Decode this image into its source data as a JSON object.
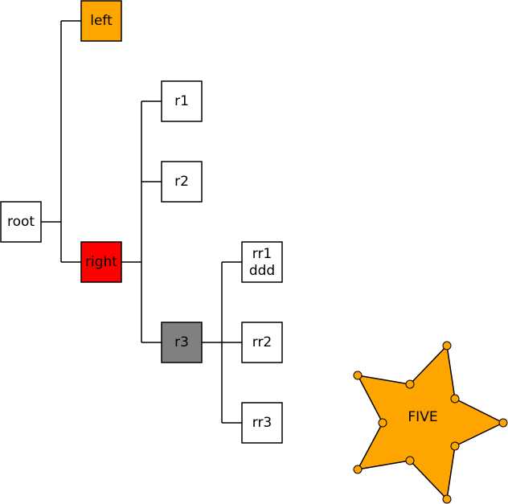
{
  "colors": {
    "background": "#ffffff",
    "line": "#000000",
    "default_fill": "#ffffff",
    "left_fill": "#ffa500",
    "right_fill": "#ff0000",
    "r3_fill": "#808080",
    "star_fill": "#ffa500",
    "handle_fill": "#ffa500"
  },
  "tree": {
    "root": {
      "label": "root"
    },
    "left": {
      "label": "left"
    },
    "right": {
      "label": "right"
    },
    "r1": {
      "label": "r1"
    },
    "r2": {
      "label": "r2"
    },
    "r3": {
      "label": "r3"
    },
    "rr1": {
      "label_line1": "rr1",
      "label_line2": "ddd"
    },
    "rr2": {
      "label": "rr2"
    },
    "rr3": {
      "label": "rr3"
    }
  },
  "star": {
    "label": "FIVE"
  }
}
